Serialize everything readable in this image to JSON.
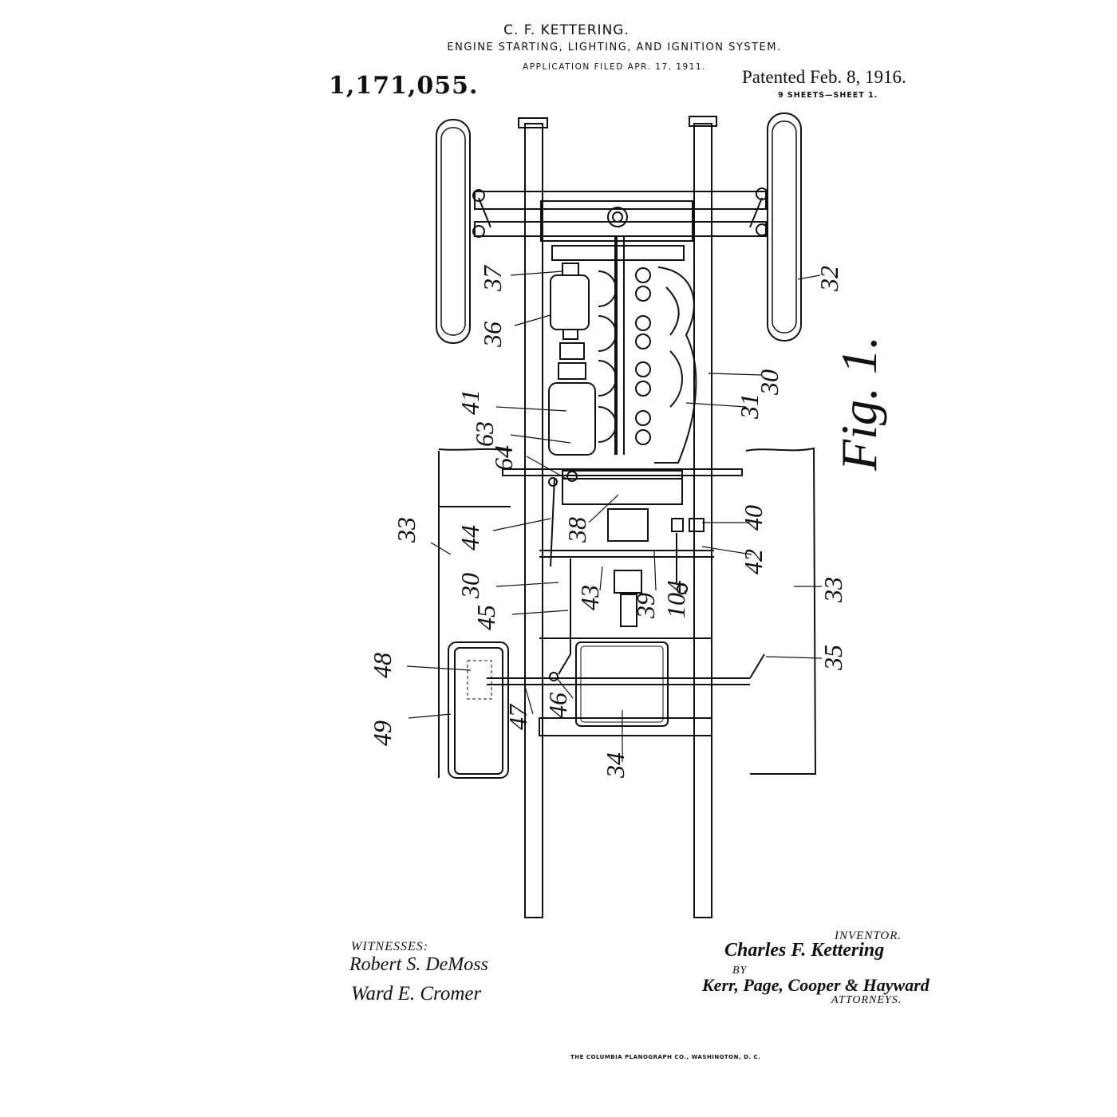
{
  "header": {
    "inventor": "C. F. KETTERING.",
    "title": "ENGINE STARTING, LIGHTING, AND IGNITION SYSTEM.",
    "filed": "APPLICATION FILED APR. 17, 1911.",
    "patent_number": "1,171,055.",
    "patent_date": "Patented Feb. 8, 1916.",
    "sheets": "9 SHEETS—SHEET 1."
  },
  "figure": {
    "label": "Fig. 1.",
    "reference_numerals": [
      "37",
      "36",
      "41",
      "63",
      "64",
      "38",
      "44",
      "33",
      "30",
      "45",
      "43",
      "39",
      "104",
      "40",
      "42",
      "32",
      "31",
      "35",
      "48",
      "49",
      "47",
      "46",
      "34"
    ]
  },
  "footer": {
    "witnesses_label": "WITNESSES:",
    "witness_1": "Robert S. DeMoss",
    "witness_2": "Ward E. Cromer",
    "inventor_label": "INVENTOR.",
    "inventor_signature": "Charles F. Kettering",
    "by_label": "BY",
    "attorneys_signature": "Kerr, Page, Cooper & Hayward",
    "attorneys_label": "ATTORNEYS.",
    "printer": "THE COLUMBIA PLANOGRAPH CO., WASHINGTON, D. C."
  }
}
